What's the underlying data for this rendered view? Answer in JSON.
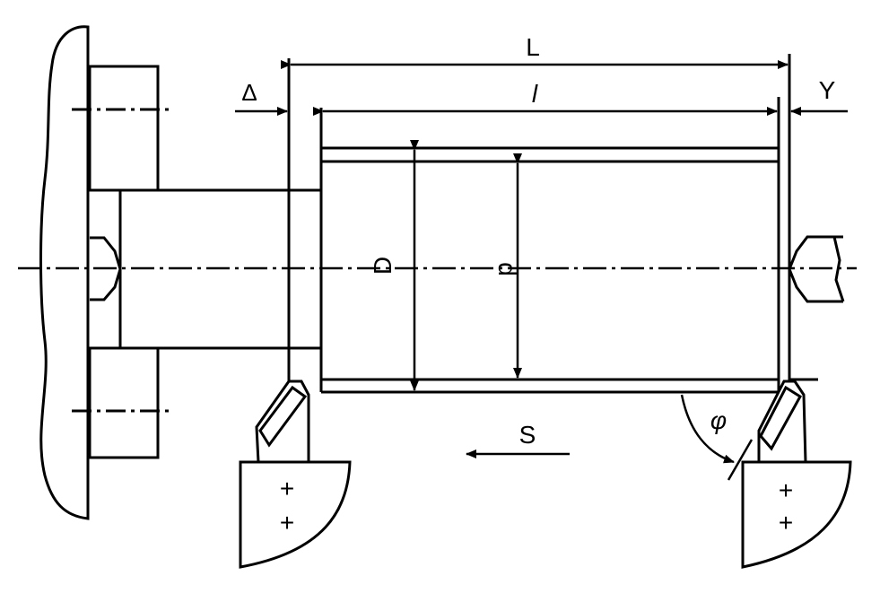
{
  "labels": {
    "L": "L",
    "l": "l",
    "Y": "Y",
    "delta": "Δ",
    "D": "D",
    "d": "d",
    "S": "S",
    "phi": "φ",
    "plus": "+"
  }
}
